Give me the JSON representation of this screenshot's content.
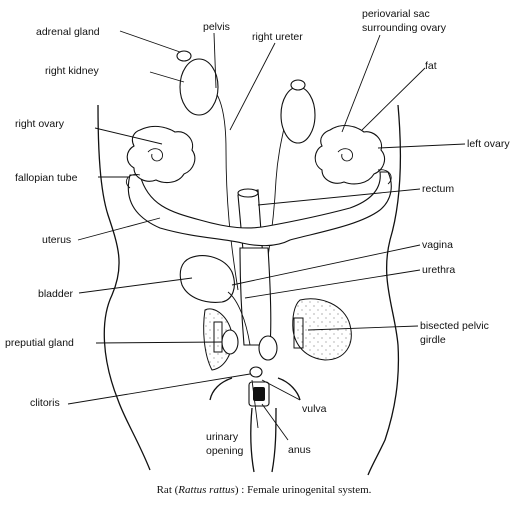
{
  "diagram": {
    "labels": {
      "adrenal_gland": "adrenal gland",
      "pelvis": "pelvis",
      "right_ureter": "right ureter",
      "perivarial_sac_1": "periovarial sac",
      "perivarial_sac_2": "surrounding ovary",
      "right_kidney": "right kidney",
      "fat": "fat",
      "right_ovary": "right ovary",
      "left_ovary": "left ovary",
      "fallopian_tube": "fallopian tube",
      "rectum": "rectum",
      "uterus": "uterus",
      "vagina": "vagina",
      "bladder": "bladder",
      "urethra": "urethra",
      "preputial_gland": "preputial gland",
      "bisected_pelvic_1": "bisected pelvic",
      "bisected_pelvic_2": "girdle",
      "clitoris": "clitoris",
      "vulva": "vulva",
      "urinary_opening_1": "urinary",
      "urinary_opening_2": "opening",
      "anus": "anus"
    },
    "caption": {
      "prefix": "Rat (",
      "species": "Rattus rattus",
      "suffix": ") : Female urinogenital system."
    }
  }
}
